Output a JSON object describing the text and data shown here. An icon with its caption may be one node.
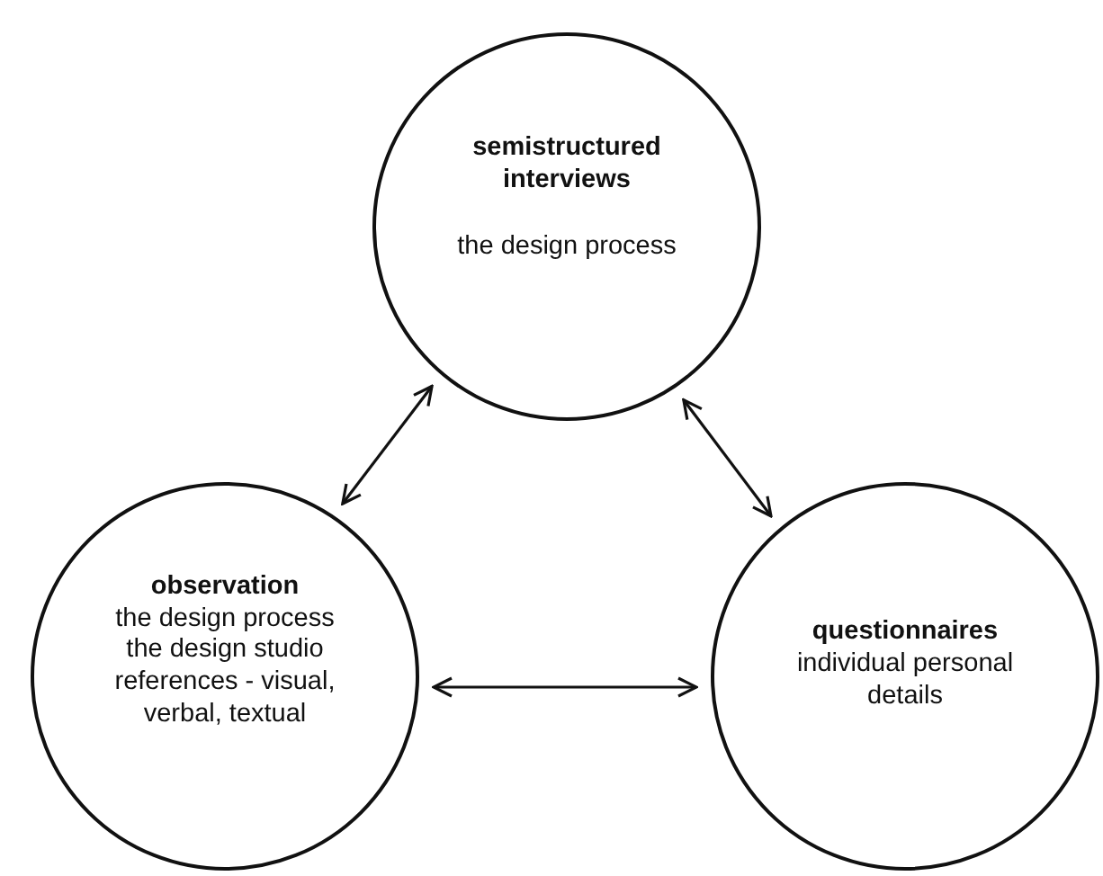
{
  "diagram": {
    "nodes": [
      {
        "text": [
          "semistructured interviews",
          "the design process"
        ]
      },
      {
        "text": [
          "observation",
          "the design process",
          "the design studio",
          "references - visual, verbal, textual"
        ]
      },
      {
        "text": [
          "questionnaires",
          "individual personal details"
        ]
      }
    ],
    "edges": [
      {
        "from": 0,
        "to": 1,
        "arrow": "both"
      },
      {
        "from": 0,
        "to": 2,
        "arrow": "both"
      },
      {
        "from": 1,
        "to": 2,
        "arrow": "both"
      }
    ]
  }
}
